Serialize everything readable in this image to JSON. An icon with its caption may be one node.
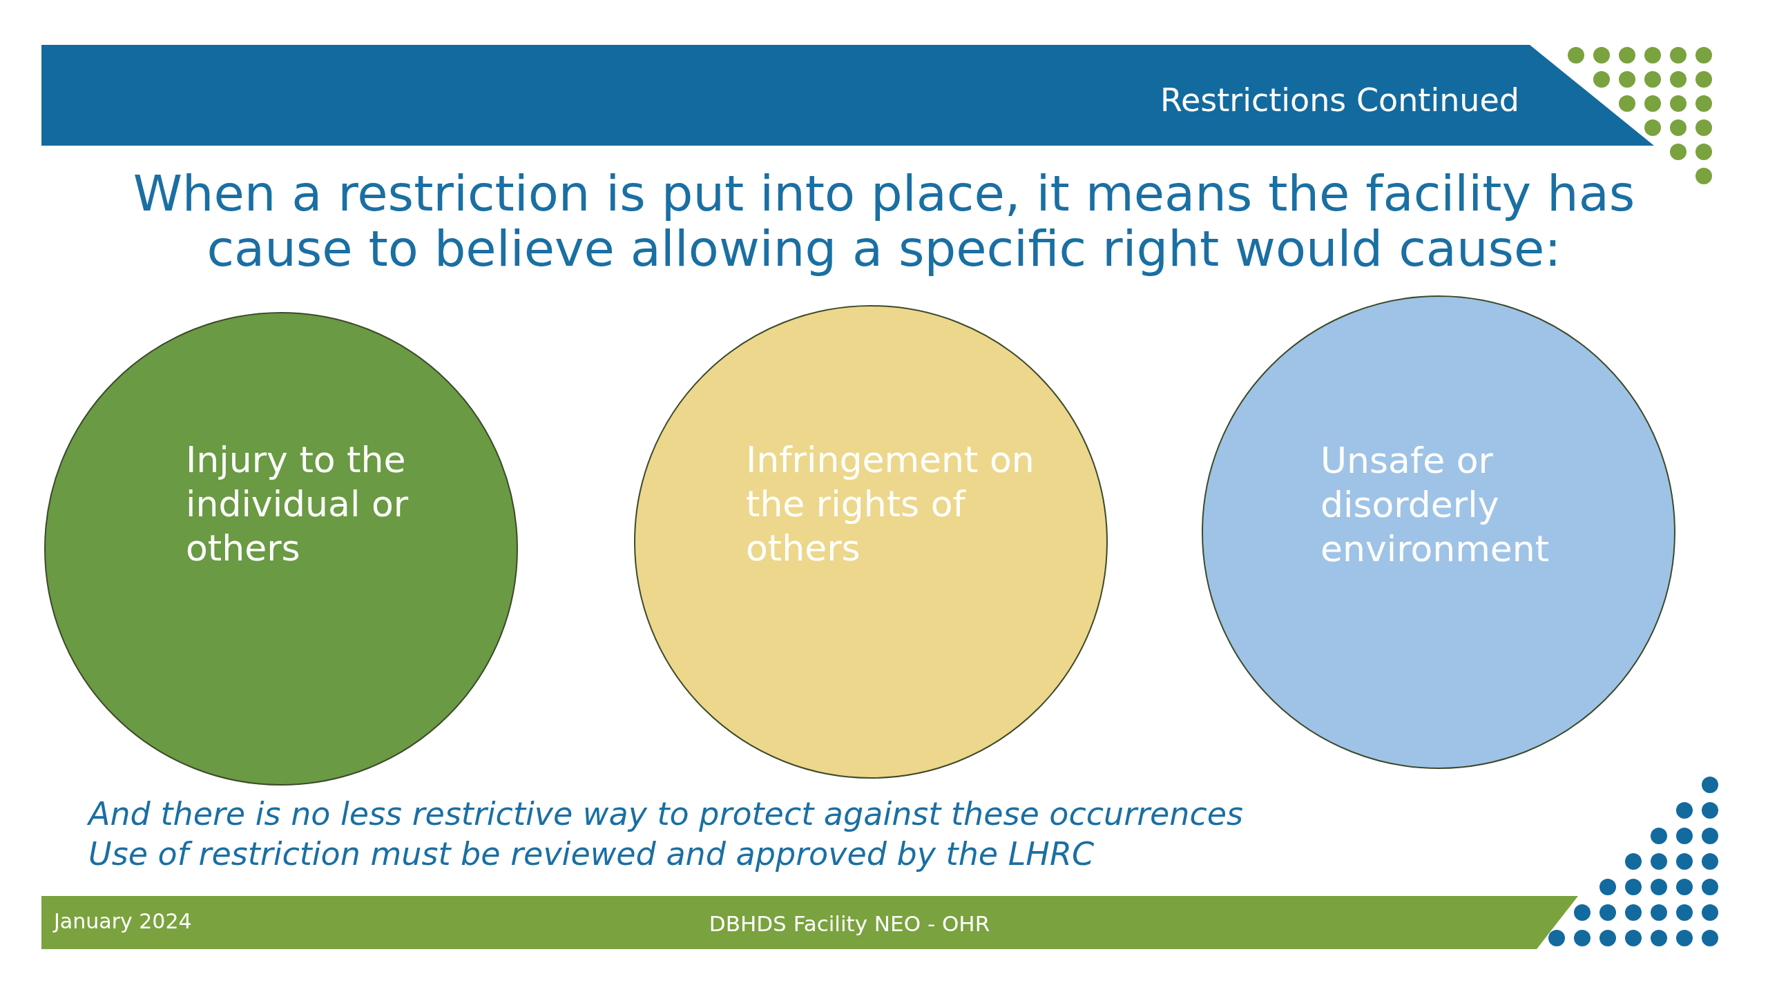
{
  "diagram": {
    "title": "Restrictions Continued",
    "nodes": [
      {
        "text": [
          "Injury to the individual or others"
        ]
      },
      {
        "text": [
          "Infringement on the rights of others"
        ]
      },
      {
        "text": [
          "Unsafe or disorderly environment"
        ]
      }
    ],
    "edges": [],
    "labels": [
      "When a restriction is put into place, it means the facility has cause to believe allowing a specific right would cause:",
      "And there is no less restrictive way to protect against these occurrences",
      "Use of restriction must be reviewed and approved by the LHRC",
      "January 2024",
      "DBHDS Facility NEO - OHR"
    ]
  }
}
